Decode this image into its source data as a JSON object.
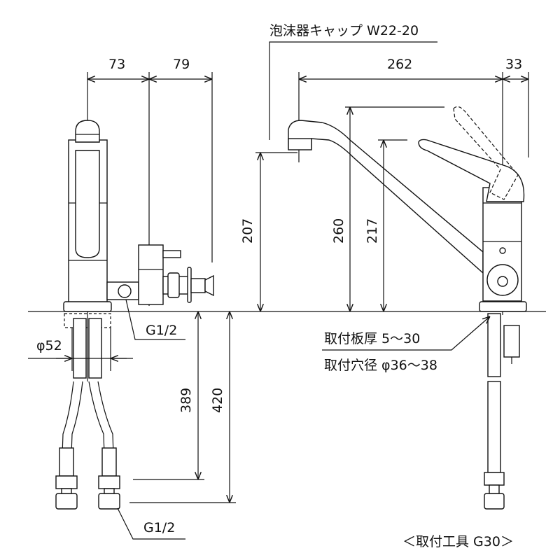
{
  "title": "Single-lever faucet dimension drawing",
  "labels": {
    "aerator_cap": "泡沫器キャップ W22-20",
    "dim_73": "73",
    "dim_79": "79",
    "dim_262": "262",
    "dim_33": "33",
    "dim_207": "207",
    "dim_260": "260",
    "dim_217": "217",
    "dim_389": "389",
    "dim_420": "420",
    "dia_52": "φ52",
    "thread_top": "G1/2",
    "thread_bottom": "G1/2",
    "plate_thickness": "取付板厚 5〜30",
    "hole_diameter": "取付穴径 φ36〜38",
    "tool": "＜取付工具 G30＞"
  }
}
